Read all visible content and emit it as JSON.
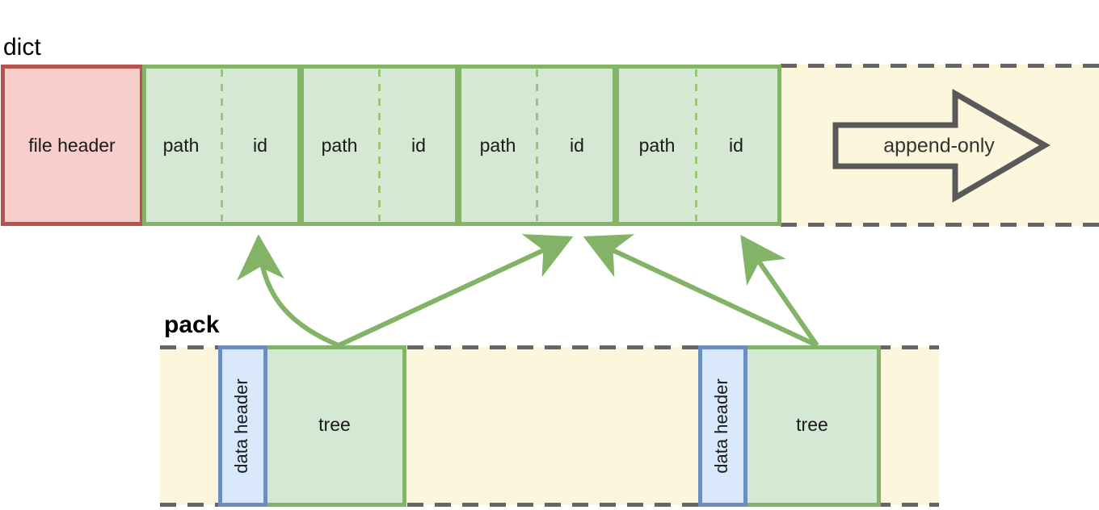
{
  "diagram": {
    "title_dict": "dict",
    "title_pack": "pack",
    "colors": {
      "green_fill": "#D5E8D4",
      "green_stroke": "#82B366",
      "pink_fill": "#F8CECC",
      "pink_stroke": "#B85450",
      "blue_fill": "#DAE8FC",
      "blue_stroke": "#6C8EBF",
      "cream_fill": "#FCF6DC",
      "dash_stroke": "#666666",
      "arrow_stroke": "#666666",
      "text": "#1A1A1A"
    }
  },
  "dict_row": {
    "label": "dict",
    "file_header": {
      "label": "file header"
    },
    "entries": [
      {
        "path_label": "path",
        "id_label": "id"
      },
      {
        "path_label": "path",
        "id_label": "id"
      },
      {
        "path_label": "path",
        "id_label": "id"
      },
      {
        "path_label": "path",
        "id_label": "id"
      }
    ],
    "append_region": {
      "arrow_label": "append-only"
    }
  },
  "pack_row": {
    "label": "pack",
    "blocks": [
      {
        "header_label": "data header",
        "body_label": "tree"
      },
      {
        "header_label": "data header",
        "body_label": "tree"
      }
    ]
  },
  "links": [
    {
      "from": "pack-block-1",
      "to": "dict-entry-1"
    },
    {
      "from": "pack-block-1",
      "to": "dict-entry-3"
    },
    {
      "from": "pack-block-2",
      "to": "dict-entry-3"
    },
    {
      "from": "pack-block-2",
      "to": "dict-entry-4"
    }
  ]
}
